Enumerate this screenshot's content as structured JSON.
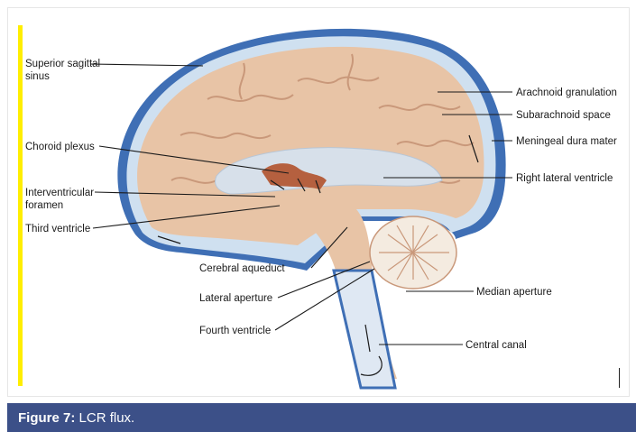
{
  "labels": {
    "superior_sagittal_sinus_1": "Superior sagittal",
    "superior_sagittal_sinus_2": "sinus",
    "choroid_plexus": "Choroid plexus",
    "interventricular_foramen_1": "Interventricular",
    "interventricular_foramen_2": "foramen",
    "third_ventricle": "Third ventricle",
    "cerebral_aqueduct": "Cerebral aqueduct",
    "lateral_aperture": "Lateral aperture",
    "fourth_ventricle": "Fourth ventricle",
    "arachnoid_granulation": "Arachnoid granulation",
    "subarachnoid_space": "Subarachnoid space",
    "meningeal_dura_mater": "Meningeal dura mater",
    "right_lateral_ventricle": "Right lateral ventricle",
    "median_aperture": "Median aperture",
    "central_canal": "Central canal"
  },
  "caption": {
    "label": "Figure 7:",
    "text": "LCR flux."
  },
  "colors": {
    "accent_bar": "#ffee00",
    "caption_bg": "#3c5088",
    "dura": "#3f6fb5",
    "csf": "#cfe0f0",
    "brain": "#e8c4a6",
    "sulci": "#c9987a"
  }
}
